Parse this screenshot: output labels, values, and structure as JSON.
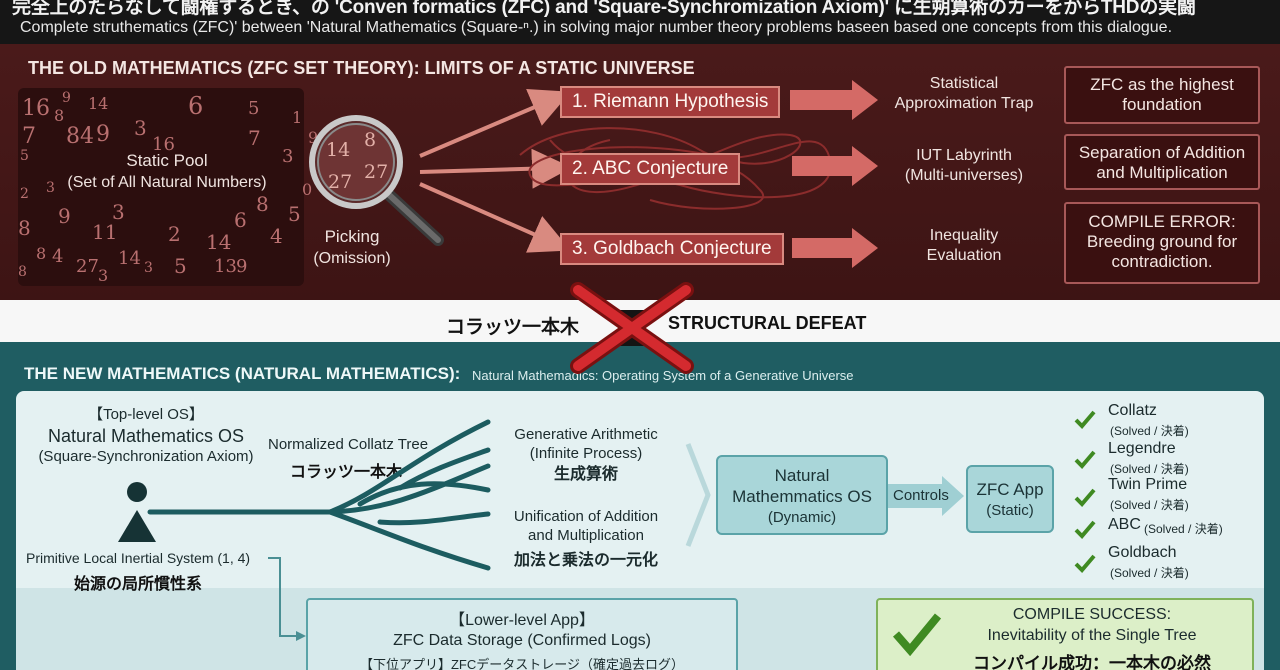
{
  "header": {
    "line1": "完全上のたらなして闘権するとき、の 'Conven formatics (ZFC) and 'Square-Synchromization Axiom)' に生朔算術のカーをからTHDの実闘",
    "line2": "Complete struthematics (ZFC)' between 'Natural Mathematics (Square-ⁿ.) in solving major number theory problems baseen based one concepts from this dialogue."
  },
  "old": {
    "title": "THE OLD MATHEMATICS (ZFC SET THEORY): LIMITS OF A STATIC UNIVERSE",
    "pool_label": "Static Pool",
    "pool_sub": "(Set of All Natural Numbers)",
    "pool_numbers": [
      "16",
      "8",
      "9",
      "14",
      "7",
      "84",
      "9",
      "3",
      "16",
      "6",
      "5",
      "1",
      "7",
      "5",
      "2",
      "3",
      "8",
      "4",
      "5",
      "6",
      "8",
      "9",
      "11",
      "3",
      "2",
      "14",
      "8",
      "4",
      "27",
      "14",
      "3",
      "5",
      "13",
      "9",
      "3",
      "0",
      "9",
      "8",
      "3"
    ],
    "lens_numbers": [
      "14",
      "8",
      "27",
      "27"
    ],
    "picking": "Picking",
    "picking_sub": "(Omission)",
    "problems": [
      "1. Riemann Hypothesis",
      "2. ABC Conjecture",
      "3. Goldbach Conjecture"
    ],
    "outcomes": [
      {
        "line1": "Statistical",
        "line2": "Approximation Trap"
      },
      {
        "line1": "IUT Labyrinth",
        "line2": "(Multi-universes)"
      },
      {
        "line1": "Inequality",
        "line2": "Evaluation"
      }
    ],
    "results": [
      {
        "line1": "ZFC as the highest",
        "line2": "foundation",
        "line3": ""
      },
      {
        "line1": "Separation of Addition",
        "line2": "and Multiplication",
        "line3": ""
      },
      {
        "line1": "COMPILE ERROR:",
        "line2": "Breeding ground for",
        "line3": "contradiction."
      }
    ]
  },
  "band": {
    "left": "コラッツ一本木",
    "right": "STRUCTURAL DEFEAT"
  },
  "new": {
    "title": "THE NEW MATHEMATICS (NATURAL MATHEMATICS):",
    "subtitle": "Natural Mathemadics: Operating System of a Generative Universe",
    "os_tag": "【Top-level OS】",
    "os_name": "Natural Mathematics OS",
    "os_axiom": "(Square-Synchronization Axiom)",
    "tree_label": "Normalized Collatz Tree",
    "tree_label_jp": "コラッツ一本木",
    "primitive": "Primitive Local Inertial System (1, 4)",
    "primitive_jp": "始源の局所慣性系",
    "gen_line1": "Generative Arithmetic",
    "gen_line2": "(Infinite Process)",
    "gen_jp": "生成算術",
    "uni_line1": "Unification of Addition",
    "uni_line2": "and Multiplication",
    "uni_jp": "加法と乗法の一元化",
    "natural_box": {
      "line1": "Natural",
      "line2": "Mathemmatics OS",
      "line3": "(Dynamic)"
    },
    "controls": "Controls",
    "zfc_app": {
      "line1": "ZFC App",
      "line2": "(Static)"
    },
    "solved": [
      {
        "name": "Collatz",
        "sub": "(Solved / 決着)"
      },
      {
        "name": "Legendre",
        "sub": "(Solved / 決着)"
      },
      {
        "name": "Twin Prime",
        "sub": "(Solved / 決着)"
      },
      {
        "name": "ABC",
        "sub": "(Solved / 決着)"
      },
      {
        "name": "Goldbach",
        "sub": "(Solved / 決着)"
      }
    ],
    "lower_tag": "【Lower-level App】",
    "lower_name": "ZFC Data Storage (Confirmed Logs)",
    "lower_jp": "【下位アプリ】ZFCデータストレージ（確定過去ログ）",
    "success_line1": "COMPILE SUCCESS:",
    "success_line2": "Inevitability of the Single Tree",
    "success_jp": "コンパイル成功：一本木の必然"
  },
  "colors": {
    "old_bg": "#4a1a1a",
    "new_bg": "#1f5d62",
    "accent_red": "#a33a3a",
    "cross_red": "#c0262b",
    "check_green": "#3f8a22"
  }
}
